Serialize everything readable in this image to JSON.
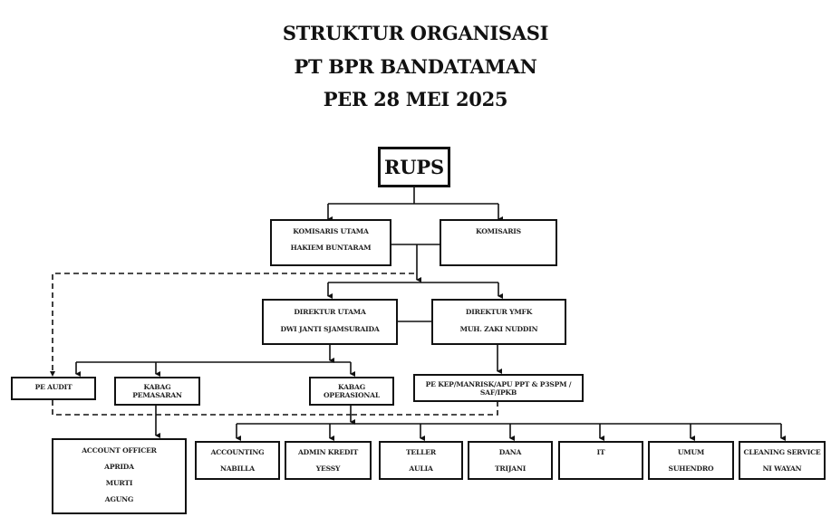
{
  "header": {
    "line1": "STRUKTUR ORGANISASI",
    "line2": "PT BPR BANDATAMAN",
    "line3": "PER 28 MEI 2025"
  },
  "nodes": {
    "rups": {
      "label": "RUPS"
    },
    "komisaris_utama": {
      "title": "KOMISARIS UTAMA",
      "name": "HAKIEM BUNTARAM"
    },
    "komisaris": {
      "title": "KOMISARIS",
      "name": ""
    },
    "direktur_utama": {
      "title": "DIREKTUR UTAMA",
      "name": "DWI JANTI SJAMSURAIDA"
    },
    "direktur_ymfk": {
      "title": "DIREKTUR YMFK",
      "name": "MUH. ZAKI NUDDIN"
    },
    "pe_audit": {
      "title": "PE AUDIT"
    },
    "kabag_pemasaran": {
      "title": "KABAG",
      "title2": "PEMASARAN"
    },
    "kabag_operasional": {
      "title": "KABAG",
      "title2": "OPERASIONAL"
    },
    "pe_kep": {
      "title": "PE KEP/MANRISK/APU PPT & P3SPM /",
      "title2": "SAF/IPKB"
    },
    "account_officer": {
      "title": "ACCOUNT OFFICER",
      "names": [
        "APRIDA",
        "MURTI",
        "AGUNG"
      ]
    },
    "staff": [
      {
        "title": "ACCOUNTING",
        "name": "NABILLA"
      },
      {
        "title": "ADMIN KREDIT",
        "name": "YESSY"
      },
      {
        "title": "TELLER",
        "name": "AULIA"
      },
      {
        "title": "DANA",
        "name": "TRIJANI"
      },
      {
        "title": "IT",
        "name": ""
      },
      {
        "title": "UMUM",
        "name": "SUHENDRO"
      },
      {
        "title": "CLEANING SERVICE",
        "name": "NI WAYAN"
      }
    ]
  },
  "colors": {
    "line": "#111111",
    "box_border": "#111111",
    "text": "#222222"
  }
}
